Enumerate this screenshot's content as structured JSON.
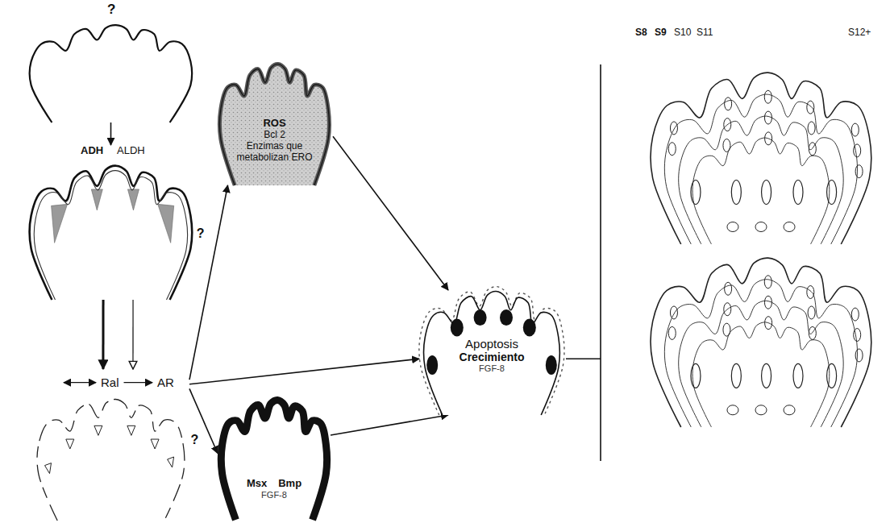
{
  "diagram": {
    "nodes": [
      {
        "text": [
          "?"
        ]
      },
      {
        "text": [
          "ADH",
          "ALDH"
        ]
      },
      {
        "text": [
          "Ral",
          "AR"
        ]
      },
      {
        "text": [
          "ROS",
          "Bcl 2",
          "Enzimas que metabolizan ERO"
        ]
      },
      {
        "text": [
          "Msx",
          "Bmp",
          "FGF-8"
        ]
      },
      {
        "text": [
          "Apoptosis",
          "Crecimiento",
          "FGF-8"
        ]
      }
    ],
    "edges": [
      {
        "from": 0,
        "to": 1,
        "arrow": "to"
      },
      {
        "from": 1,
        "to": 2,
        "arrow": "to"
      },
      {
        "from": 1,
        "to": 2,
        "arrow": "to"
      },
      {
        "from": 2,
        "to": 3,
        "label": "?",
        "arrow": "to"
      },
      {
        "from": 2,
        "to": 5,
        "arrow": "to"
      },
      {
        "from": 2,
        "to": 4,
        "label": "?",
        "arrow": "to"
      },
      {
        "from": 3,
        "to": 5,
        "arrow": "to"
      },
      {
        "from": 4,
        "to": 5,
        "arrow": "to"
      }
    ],
    "labels": [
      "S8",
      "S9",
      "S10",
      "S11",
      "S12+"
    ]
  }
}
